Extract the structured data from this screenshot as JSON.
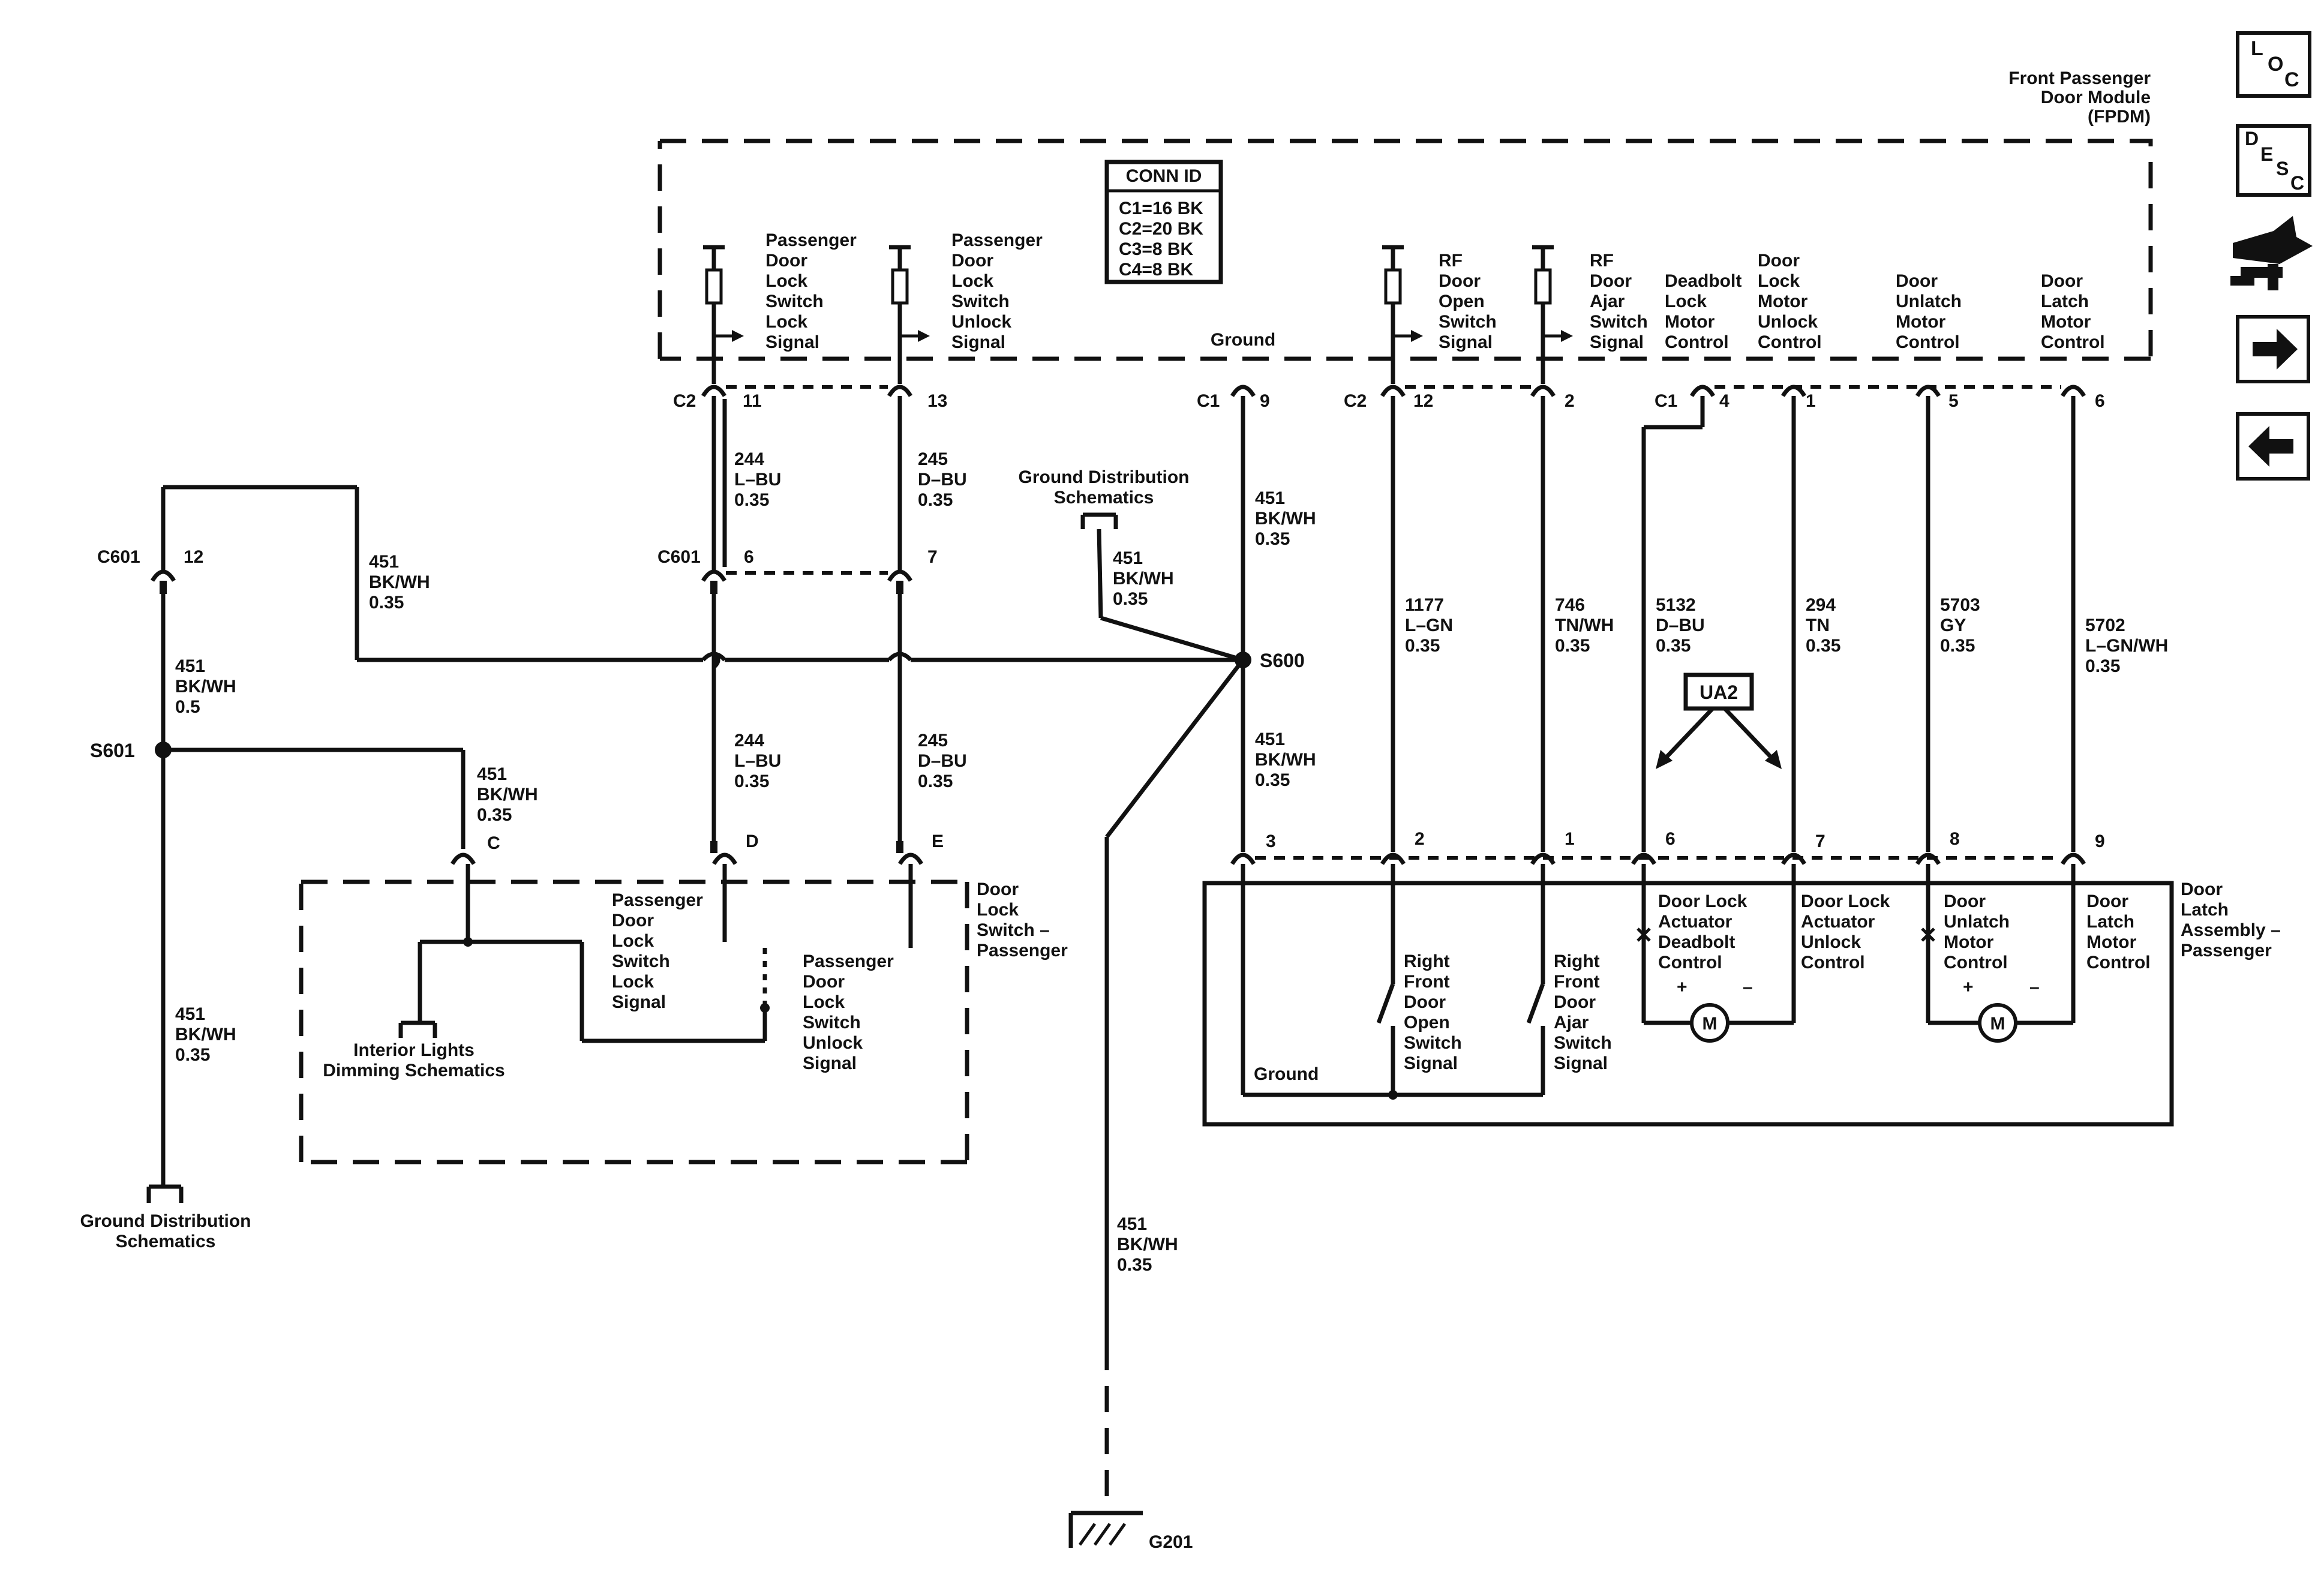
{
  "colors": {
    "ink": "#111111",
    "background": "#ffffff"
  },
  "nav": {
    "loc": [
      "L",
      "O",
      "C"
    ],
    "desc": [
      "D",
      "E",
      "S",
      "C"
    ],
    "icons": [
      "connector-icon",
      "next-arrow-icon",
      "previous-arrow-icon"
    ]
  },
  "module": {
    "title": [
      "Front Passenger",
      "Door Module",
      "(FPDM)"
    ]
  },
  "conn_id": {
    "title": "CONN ID",
    "rows": [
      "C1=16 BK",
      "C2=20 BK",
      "C3=8 BK",
      "C4=8 BK"
    ]
  },
  "fpdm_pins": [
    {
      "lines": [
        "Passenger",
        "Door",
        "Lock",
        "Switch",
        "Lock",
        "Signal"
      ],
      "connector": "C2",
      "pin": "11"
    },
    {
      "lines": [
        "Passenger",
        "Door",
        "Lock",
        "Switch",
        "Unlock",
        "Signal"
      ],
      "connector": "",
      "pin": "13"
    },
    {
      "lines": [
        "Ground"
      ],
      "connector": "C1",
      "pin": "9"
    },
    {
      "lines": [
        "RF",
        "Door",
        "Open",
        "Switch",
        "Signal"
      ],
      "connector": "C2",
      "pin": "12"
    },
    {
      "lines": [
        "RF",
        "Door",
        "Ajar",
        "Switch",
        "Signal"
      ],
      "connector": "",
      "pin": "2"
    },
    {
      "lines": [
        "Deadbolt",
        "Lock",
        "Motor",
        "Control"
      ],
      "connector": "C1",
      "pin": "4"
    },
    {
      "lines": [
        "Door",
        "Lock",
        "Motor",
        "Unlock",
        "Control"
      ],
      "connector": "",
      "pin": "1"
    },
    {
      "lines": [
        "Door",
        "Unlatch",
        "Motor",
        "Control"
      ],
      "connector": "",
      "pin": "5"
    },
    {
      "lines": [
        "Door",
        "Latch",
        "Motor",
        "Control"
      ],
      "connector": "",
      "pin": "6"
    }
  ],
  "wires": {
    "w244_top": [
      "244",
      "L–BU",
      "0.35"
    ],
    "w245_top": [
      "245",
      "D–BU",
      "0.35"
    ],
    "w451_c601_right": [
      "451",
      "BK/WH",
      "0.35"
    ],
    "w451_c601_down": [
      "451",
      "BK/WH",
      "0.5"
    ],
    "w451_s601_right": [
      "451",
      "BK/WH",
      "0.35"
    ],
    "w451_left_bottom": [
      "451",
      "BK/WH",
      "0.35"
    ],
    "w451_gd": [
      "451",
      "BK/WH",
      "0.35"
    ],
    "w451_c1_9": [
      "451",
      "BK/WH",
      "0.35"
    ],
    "w451_s600_down": [
      "451",
      "BK/WH",
      "0.35"
    ],
    "w244_mid": [
      "244",
      "L–BU",
      "0.35"
    ],
    "w245_mid": [
      "245",
      "D–BU",
      "0.35"
    ],
    "w451_g201": [
      "451",
      "BK/WH",
      "0.35"
    ],
    "w1177": [
      "1177",
      "L–GN",
      "0.35"
    ],
    "w746": [
      "746",
      "TN/WH",
      "0.35"
    ],
    "w5132": [
      "5132",
      "D–BU",
      "0.35"
    ],
    "w294": [
      "294",
      "TN",
      "0.35"
    ],
    "w5703": [
      "5703",
      "GY",
      "0.35"
    ],
    "w5702": [
      "5702",
      "L–GN/WH",
      "0.35"
    ]
  },
  "connectors": {
    "c601_a": {
      "name": "C601",
      "pin": "12"
    },
    "c601_b": {
      "name": "C601",
      "pin6": "6",
      "pin7": "7"
    },
    "switch_pins": {
      "c": "C",
      "d": "D",
      "e": "E"
    },
    "latch_pins": [
      "3",
      "2",
      "1",
      "6",
      "7",
      "8",
      "9"
    ]
  },
  "splices": {
    "s600": "S600",
    "s601": "S601"
  },
  "ground": {
    "g201": "G201"
  },
  "refs": {
    "ground_dist_top": [
      "Ground Distribution",
      "Schematics"
    ],
    "ground_dist_left": [
      "Ground Distribution",
      "Schematics"
    ],
    "interior_lights": [
      "Interior Lights",
      "Dimming Schematics"
    ]
  },
  "option": "UA2",
  "switch_component": {
    "title": [
      "Door",
      "Lock",
      "Switch –",
      "Passenger"
    ],
    "lock_signal": [
      "Passenger",
      "Door",
      "Lock",
      "Switch",
      "Lock",
      "Signal"
    ],
    "unlock_signal": [
      "Passenger",
      "Door",
      "Lock",
      "Switch",
      "Unlock",
      "Signal"
    ]
  },
  "latch_component": {
    "title": [
      "Door",
      "Latch",
      "Assembly –",
      "Passenger"
    ],
    "ground": "Ground",
    "open_switch": [
      "Right",
      "Front",
      "Door",
      "Open",
      "Switch",
      "Signal"
    ],
    "ajar_switch": [
      "Right",
      "Front",
      "Door",
      "Ajar",
      "Switch",
      "Signal"
    ],
    "deadbolt": [
      "Door Lock",
      "Actuator",
      "Deadbolt",
      "Control"
    ],
    "unlock": [
      "Door Lock",
      "Actuator",
      "Unlock",
      "Control"
    ],
    "unlatch": [
      "Door",
      "Unlatch",
      "Motor",
      "Control"
    ],
    "latch": [
      "Door",
      "Latch",
      "Motor",
      "Control"
    ],
    "motor": "M",
    "plus": "+",
    "minus": "–"
  }
}
